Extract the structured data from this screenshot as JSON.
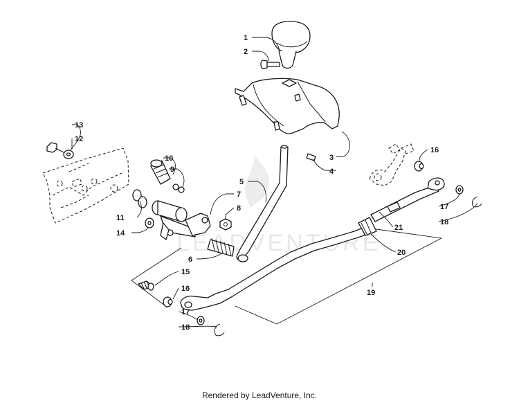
{
  "diagram": {
    "watermark_text": "LEADVENTURE",
    "callouts": [
      "1",
      "2",
      "3",
      "4",
      "5",
      "6",
      "7",
      "8",
      "9",
      "10",
      "11",
      "12",
      "13",
      "14",
      "15",
      "16",
      "16",
      "17",
      "17",
      "18",
      "18",
      "19",
      "20",
      "21"
    ]
  },
  "footer": {
    "text": "Rendered by LeadVenture, Inc."
  }
}
